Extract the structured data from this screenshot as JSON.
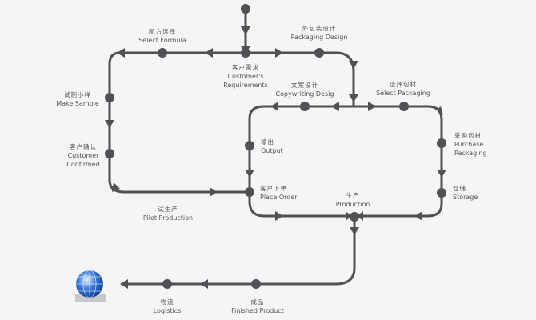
{
  "colors": {
    "line": "#505055",
    "background": "#f5f5f5",
    "globe": "#1a5bbf"
  },
  "nodes": {
    "requirements": {
      "cn": "客户需求",
      "en": "Customer's Requirements",
      "en1": "Customer's",
      "en2": "Requirements"
    },
    "formula": {
      "cn": "配方选择",
      "en": "Select Formula"
    },
    "packaging_design": {
      "cn": "外包装设计",
      "en": "Packaging Design"
    },
    "make_sample": {
      "cn": "试制小样",
      "en": "Make Sample"
    },
    "confirmed": {
      "cn": "客户确认",
      "en1": "Customer",
      "en2": "Confirmed"
    },
    "pilot": {
      "cn": "试生产",
      "en": "Pilot Production"
    },
    "copywriting": {
      "cn": "文案设计",
      "en": "Copywriting Desig"
    },
    "select_packaging": {
      "cn": "选择包材",
      "en": "Select Packaging"
    },
    "output": {
      "cn": "输出",
      "en": "Output"
    },
    "place_order": {
      "cn": "客户下单",
      "en": "Place Order"
    },
    "purchase": {
      "cn": "采购包材",
      "en1": "Purchase",
      "en2": "Packaging"
    },
    "storage": {
      "cn": "仓储",
      "en": "Storage"
    },
    "production": {
      "cn": "生产",
      "en": "Production"
    },
    "finished": {
      "cn": "成品",
      "en": "Finished Product"
    },
    "logistics": {
      "cn": "物流",
      "en": "Logistics"
    }
  }
}
